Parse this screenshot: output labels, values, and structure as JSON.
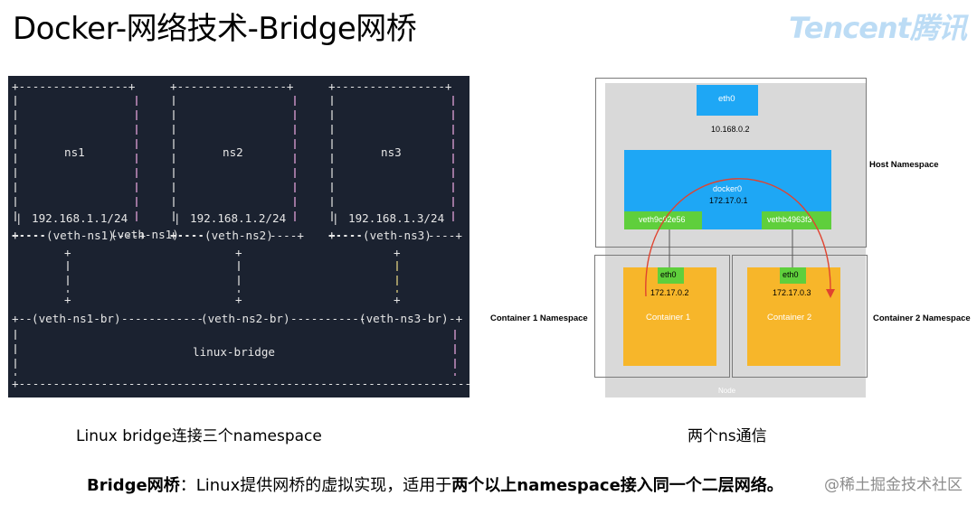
{
  "slide": {
    "title": "Docker-网络技术-Bridge网桥",
    "logo_text": "Tencent腾讯",
    "caption_left": "Linux bridge连接三个namespace",
    "caption_right": "两个ns通信",
    "bottom_bold_1": "Bridge网桥",
    "bottom_text_1": "：Linux提供网桥的虚拟实现，适用于",
    "bottom_bold_2": "两个以上namespace接入同一个二层网络。",
    "watermark": "@稀土掘金技术社区"
  },
  "terminal": {
    "namespaces": [
      {
        "name": "ns1",
        "ip": "192.168.1.1/24",
        "veth": "(veth-ns1)",
        "veth_br": "(veth-ns1-br)"
      },
      {
        "name": "ns2",
        "ip": "192.168.1.2/24",
        "veth": "(veth-ns2)",
        "veth_br": "(veth-ns2-br)"
      },
      {
        "name": "ns3",
        "ip": "192.168.1.3/24",
        "veth": "(veth-ns3)",
        "veth_br": "(veth-ns3-br)"
      }
    ],
    "bridge_name": "linux-bridge"
  },
  "diagram": {
    "host_namespace_label": "Host Namespace",
    "container1_namespace_label": "Container 1 Namespace",
    "container2_namespace_label": "Container 2 Namespace",
    "node_label": "Node",
    "host_eth0": "eth0",
    "host_ip": "10.168.0.2",
    "docker0": "docker0",
    "docker0_ip": "172.17.0.1",
    "veth_left": "veth9c02e56",
    "veth_right": "vethb4963f3",
    "container1": {
      "eth0": "eth0",
      "ip": "172.17.0.2",
      "name": "Container 1"
    },
    "container2": {
      "eth0": "eth0",
      "ip": "172.17.0.3",
      "name": "Container  2"
    },
    "colors": {
      "blue": "#1ea7f5",
      "green": "#5fcf3c",
      "orange": "#f7b62a",
      "gray": "#d9d9d9",
      "arrow": "#e0432f"
    }
  }
}
